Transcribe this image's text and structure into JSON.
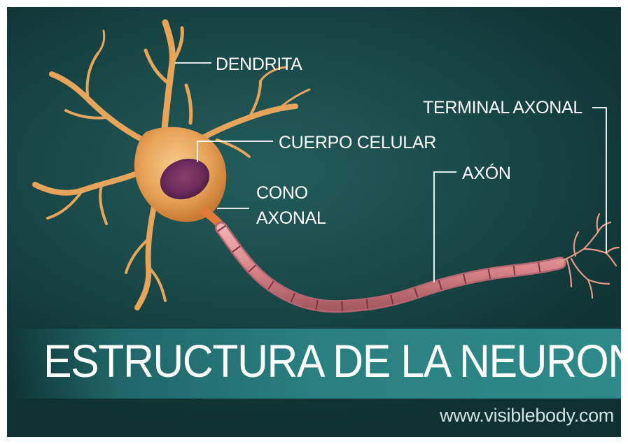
{
  "labels": {
    "dendrite": "DENDRITA",
    "cell_body": "CUERPO CELULAR",
    "axon_hillock_line1": "CONO",
    "axon_hillock_line2": "AXONAL",
    "axon": "AXÓN",
    "axon_terminal": "TERMINAL AXONAL"
  },
  "title": "ESTRUCTURA DE LA NEURONA",
  "website": "www.visiblebody.com",
  "colors": {
    "background": "#1a4a49",
    "banner": "#2a7f80",
    "neuron_body": "#e8a45a",
    "nucleus": "#6b2a5a",
    "axon": "#d9878a",
    "text": "#ffffff"
  }
}
